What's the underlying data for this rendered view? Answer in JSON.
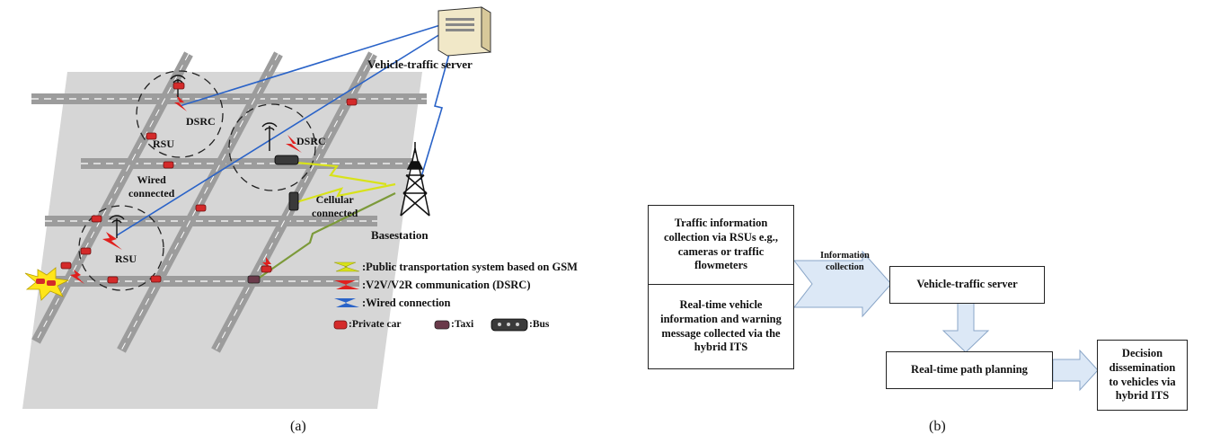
{
  "part_a": {
    "labels": {
      "server": "Vehicle-traffic server",
      "dsrc_1": "DSRC",
      "dsrc_2": "DSRC",
      "rsu_1": "RSU",
      "rsu_2": "RSU",
      "wired_connected": "Wired\nconnected",
      "cellular_connected": "Cellular\nconnected",
      "basestation": "Basestation"
    },
    "legend": {
      "gsm": ":Public transportation system based on GSM",
      "dsrc": ":V2V/V2R communication (DSRC)",
      "wired": ":Wired connection",
      "private_car": ":Private car",
      "taxi": ":Taxi",
      "bus": ":Bus"
    },
    "colors": {
      "gsm": "#d8e21a",
      "dsrc": "#e0201e",
      "wired": "#2a63c8",
      "private_car": "#d42a2a",
      "road": "#9c9c9c",
      "ground": "#cfcfcf",
      "accident": "#ffe51a"
    },
    "caption": "(a)"
  },
  "part_b": {
    "box_traffic_info": "Traffic information collection via RSUs e.g., cameras or traffic flowmeters",
    "box_realtime_vehicle": "Real-time vehicle information and warning message collected via the hybrid ITS",
    "arrow_label": "Information\ncollection",
    "box_server": "Vehicle-traffic server",
    "box_path_planning": "Real-time path planning",
    "box_decision": "Decision dissemination to vehicles via hybrid ITS",
    "caption": "(b)"
  }
}
